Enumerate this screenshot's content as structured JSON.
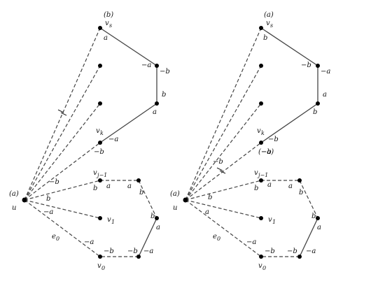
{
  "panels": [
    {
      "id": "left",
      "title": "(b)",
      "label_u": "u",
      "label_a_origin": "(a)",
      "vertex_labels": {
        "vs": "v",
        "vs_sub": "s",
        "vk": "v",
        "vk_sub": "k",
        "vj": "v",
        "vj_sub": "j−1",
        "v1": "v",
        "v1_sub": "1",
        "v0": "v",
        "v0_sub": "0",
        "e0": "e",
        "e0_sub": "0"
      },
      "edge_labels": [
        {
          "key": "a_vs",
          "text": "a"
        },
        {
          "key": "ma_r1",
          "text": "−a"
        },
        {
          "key": "mb_r1",
          "text": "−b"
        },
        {
          "key": "b_r2",
          "text": "b"
        },
        {
          "key": "a_r2",
          "text": "a"
        },
        {
          "key": "ma_k",
          "text": "−a"
        },
        {
          "key": "mb_k",
          "text": "−b"
        },
        {
          "key": "mb_u",
          "text": "−b"
        },
        {
          "key": "b_j",
          "text": "b"
        },
        {
          "key": "a_j",
          "text": "a"
        },
        {
          "key": "a_t",
          "text": "a"
        },
        {
          "key": "b_t",
          "text": "b"
        },
        {
          "key": "b_rr",
          "text": "b"
        },
        {
          "key": "a_rr",
          "text": "a"
        },
        {
          "key": "b_1",
          "text": "b"
        },
        {
          "key": "ma_1",
          "text": "−a"
        },
        {
          "key": "ma_0",
          "text": "−a"
        },
        {
          "key": "mb_0a",
          "text": "−b"
        },
        {
          "key": "mb_0b",
          "text": "−b"
        },
        {
          "key": "ma_0b",
          "text": "−a"
        }
      ]
    },
    {
      "id": "right",
      "title": "(a)",
      "label_u": "u",
      "label_a_origin": "(a)",
      "vertex_labels": {
        "vs": "v",
        "vs_sub": "s",
        "vk": "v",
        "vk_sub": "k",
        "vj": "v",
        "vj_sub": "j−1",
        "v1": "v",
        "v1_sub": "1",
        "v0": "v",
        "v0_sub": "0",
        "e0": "e",
        "e0_sub": "0"
      },
      "edge_labels": [
        {
          "key": "a_vs",
          "text": "b"
        },
        {
          "key": "ma_r1",
          "text": "−b"
        },
        {
          "key": "mb_r1",
          "text": "−a"
        },
        {
          "key": "b_r2",
          "text": "a"
        },
        {
          "key": "a_r2",
          "text": "b"
        },
        {
          "key": "ma_k",
          "text": "−b"
        },
        {
          "key": "mb_k",
          "text": "−b"
        },
        {
          "key": "ma_paren",
          "text": "(−a)"
        },
        {
          "key": "mb_u",
          "text": "−b"
        },
        {
          "key": "b_j",
          "text": "b"
        },
        {
          "key": "a_j",
          "text": "a"
        },
        {
          "key": "a_t",
          "text": "a"
        },
        {
          "key": "b_t",
          "text": "b"
        },
        {
          "key": "b_rr",
          "text": "b"
        },
        {
          "key": "a_rr",
          "text": "a"
        },
        {
          "key": "b_1",
          "text": "b"
        },
        {
          "key": "ma_1",
          "text": "a"
        },
        {
          "key": "ma_0",
          "text": "−a"
        },
        {
          "key": "mb_0a",
          "text": "−b"
        },
        {
          "key": "mb_0b",
          "text": "−b"
        },
        {
          "key": "ma_0b",
          "text": "−a"
        }
      ]
    }
  ]
}
